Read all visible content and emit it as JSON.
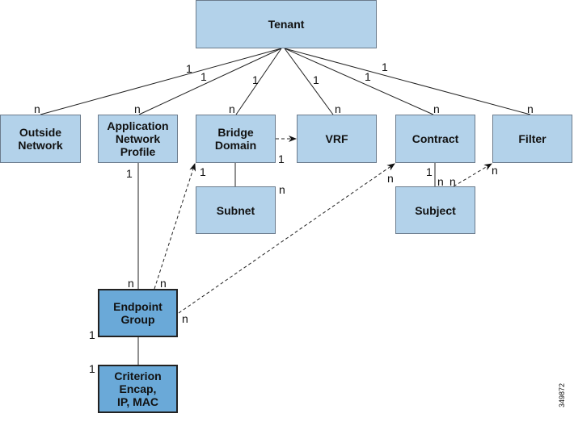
{
  "nodes": {
    "tenant": "Tenant",
    "outside_network": "Outside\nNetwork",
    "app_profile": "Application\nNetwork\nProfile",
    "bridge_domain": "Bridge\nDomain",
    "vrf": "VRF",
    "contract": "Contract",
    "filter": "Filter",
    "subnet": "Subnet",
    "subject": "Subject",
    "endpoint_group": "Endpoint\nGroup",
    "criterion": "Criterion\nEncap,\nIP, MAC"
  },
  "cardinality": {
    "tenant_outside_1": "1",
    "tenant_outside_n": "n",
    "tenant_app_1": "1",
    "tenant_app_n": "n",
    "tenant_bd_1": "1",
    "tenant_bd_n": "n",
    "tenant_vrf_1": "1",
    "tenant_vrf_n": "n",
    "tenant_contract_1": "1",
    "tenant_contract_n": "n",
    "tenant_filter_1": "1",
    "tenant_filter_n": "n",
    "bd_vrf_1": "1",
    "bd_subnet_n": "n",
    "app_epg_1": "1",
    "app_epg_n": "n",
    "epg_bd_n": "n",
    "epg_bd_1": "1",
    "epg_contract_n": "n",
    "epg_contract_n2": "n",
    "contract_subject_1": "1",
    "contract_subject_n": "n",
    "subject_filter_n": "n",
    "subject_filter_n2": "n",
    "epg_criterion_1": "1",
    "epg_criterion_1b": "1"
  },
  "figure_id": "349872",
  "colors": {
    "box_fill": "#b3d2ea",
    "box_dark_fill": "#6aa9d8",
    "line": "#222222"
  }
}
